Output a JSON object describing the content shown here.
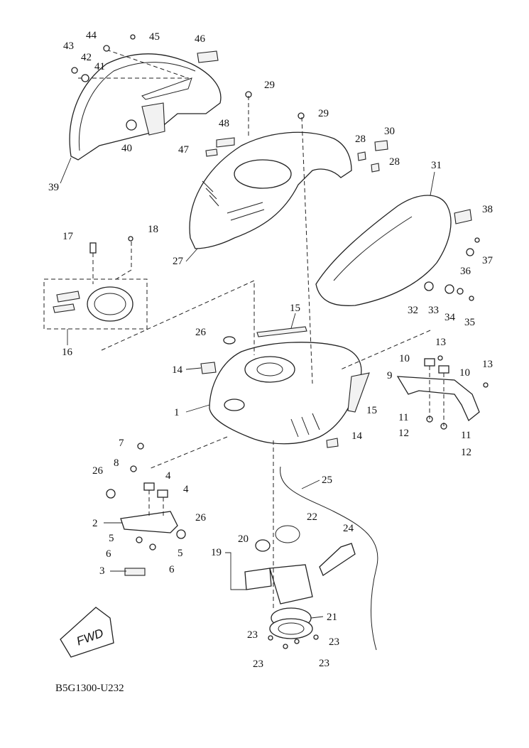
{
  "diagram": {
    "drawing_code": "B5G1300-U232",
    "direction_label": "FWD",
    "callouts": [
      {
        "id": "c1",
        "text": "1"
      },
      {
        "id": "c2",
        "text": "2"
      },
      {
        "id": "c3",
        "text": "3"
      },
      {
        "id": "c4a",
        "text": "4"
      },
      {
        "id": "c4b",
        "text": "4"
      },
      {
        "id": "c5a",
        "text": "5"
      },
      {
        "id": "c5b",
        "text": "5"
      },
      {
        "id": "c6a",
        "text": "6"
      },
      {
        "id": "c6b",
        "text": "6"
      },
      {
        "id": "c7",
        "text": "7"
      },
      {
        "id": "c8",
        "text": "8"
      },
      {
        "id": "c9",
        "text": "9"
      },
      {
        "id": "c10a",
        "text": "10"
      },
      {
        "id": "c10b",
        "text": "10"
      },
      {
        "id": "c11a",
        "text": "11"
      },
      {
        "id": "c11b",
        "text": "11"
      },
      {
        "id": "c12a",
        "text": "12"
      },
      {
        "id": "c12b",
        "text": "12"
      },
      {
        "id": "c13a",
        "text": "13"
      },
      {
        "id": "c13b",
        "text": "13"
      },
      {
        "id": "c14a",
        "text": "14"
      },
      {
        "id": "c14b",
        "text": "14"
      },
      {
        "id": "c15a",
        "text": "15"
      },
      {
        "id": "c15b",
        "text": "15"
      },
      {
        "id": "c16",
        "text": "16"
      },
      {
        "id": "c17",
        "text": "17"
      },
      {
        "id": "c18",
        "text": "18"
      },
      {
        "id": "c19",
        "text": "19"
      },
      {
        "id": "c20",
        "text": "20"
      },
      {
        "id": "c21",
        "text": "21"
      },
      {
        "id": "c22",
        "text": "22"
      },
      {
        "id": "c23a",
        "text": "23"
      },
      {
        "id": "c23b",
        "text": "23"
      },
      {
        "id": "c23c",
        "text": "23"
      },
      {
        "id": "c23d",
        "text": "23"
      },
      {
        "id": "c24",
        "text": "24"
      },
      {
        "id": "c25",
        "text": "25"
      },
      {
        "id": "c26a",
        "text": "26"
      },
      {
        "id": "c26b",
        "text": "26"
      },
      {
        "id": "c26c",
        "text": "26"
      },
      {
        "id": "c27",
        "text": "27"
      },
      {
        "id": "c28a",
        "text": "28"
      },
      {
        "id": "c28b",
        "text": "28"
      },
      {
        "id": "c29a",
        "text": "29"
      },
      {
        "id": "c29b",
        "text": "29"
      },
      {
        "id": "c30",
        "text": "30"
      },
      {
        "id": "c31",
        "text": "31"
      },
      {
        "id": "c32",
        "text": "32"
      },
      {
        "id": "c33",
        "text": "33"
      },
      {
        "id": "c34",
        "text": "34"
      },
      {
        "id": "c35",
        "text": "35"
      },
      {
        "id": "c36",
        "text": "36"
      },
      {
        "id": "c37",
        "text": "37"
      },
      {
        "id": "c38",
        "text": "38"
      },
      {
        "id": "c39",
        "text": "39"
      },
      {
        "id": "c40",
        "text": "40"
      },
      {
        "id": "c41",
        "text": "41"
      },
      {
        "id": "c42",
        "text": "42"
      },
      {
        "id": "c43",
        "text": "43"
      },
      {
        "id": "c44",
        "text": "44"
      },
      {
        "id": "c45",
        "text": "45"
      },
      {
        "id": "c46",
        "text": "46"
      },
      {
        "id": "c47",
        "text": "47"
      },
      {
        "id": "c48",
        "text": "48"
      }
    ]
  }
}
